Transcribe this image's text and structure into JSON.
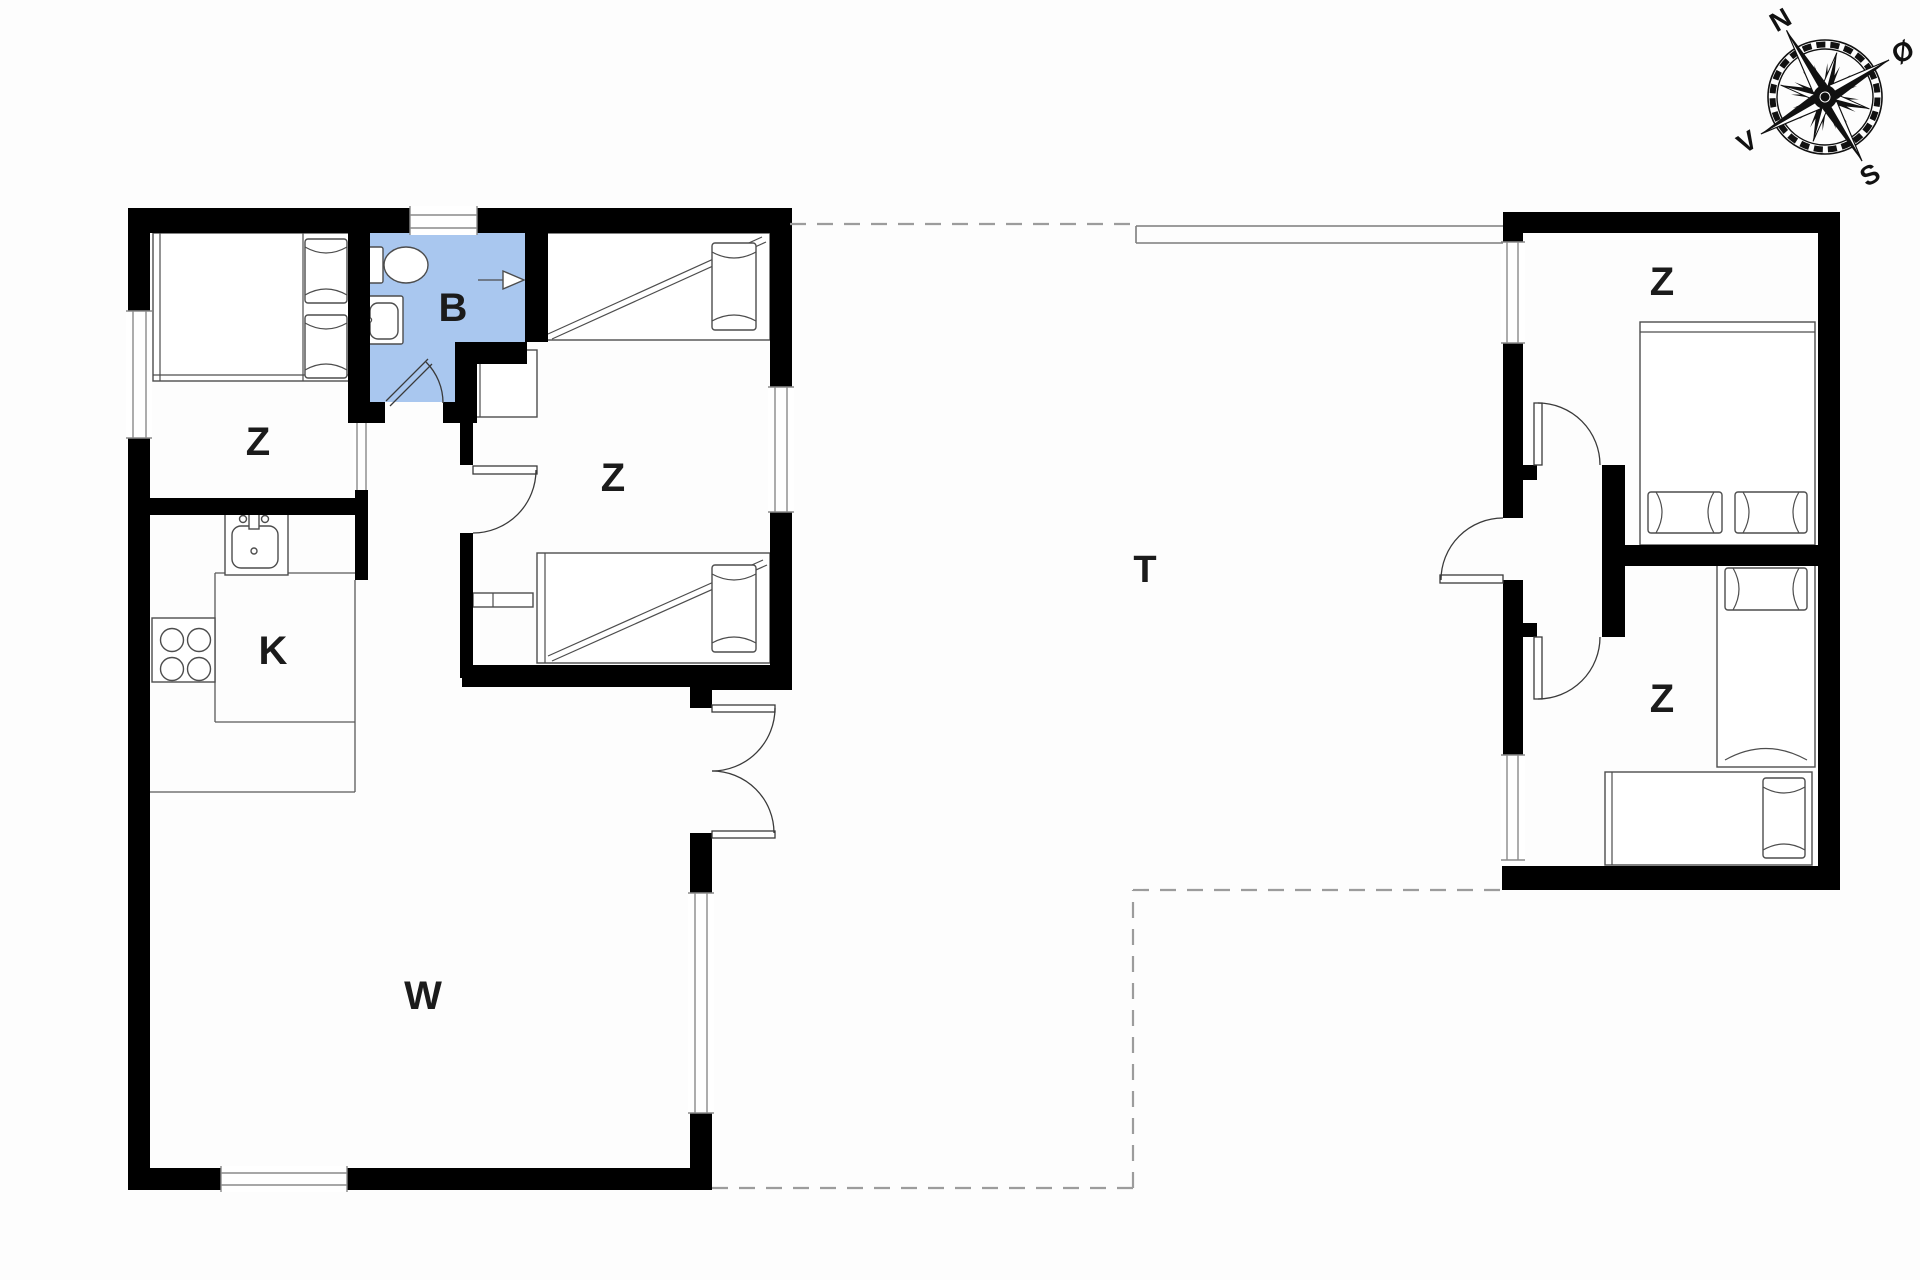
{
  "plan": {
    "labels": {
      "bedroom_main_left": "Z",
      "bathroom": "B",
      "bedroom_main_center": "Z",
      "kitchen": "K",
      "living_room": "W",
      "terrace": "T",
      "annex_bedroom_top": "Z",
      "annex_bedroom_bottom": "Z"
    },
    "compass": {
      "north": "N",
      "east": "Ø",
      "south": "S",
      "west": "V"
    },
    "colors": {
      "wall": "#000000",
      "bathroom_fill": "#a9c7ef",
      "dashed_line": "#9c9c9c",
      "background": "#fdfdfd"
    }
  }
}
